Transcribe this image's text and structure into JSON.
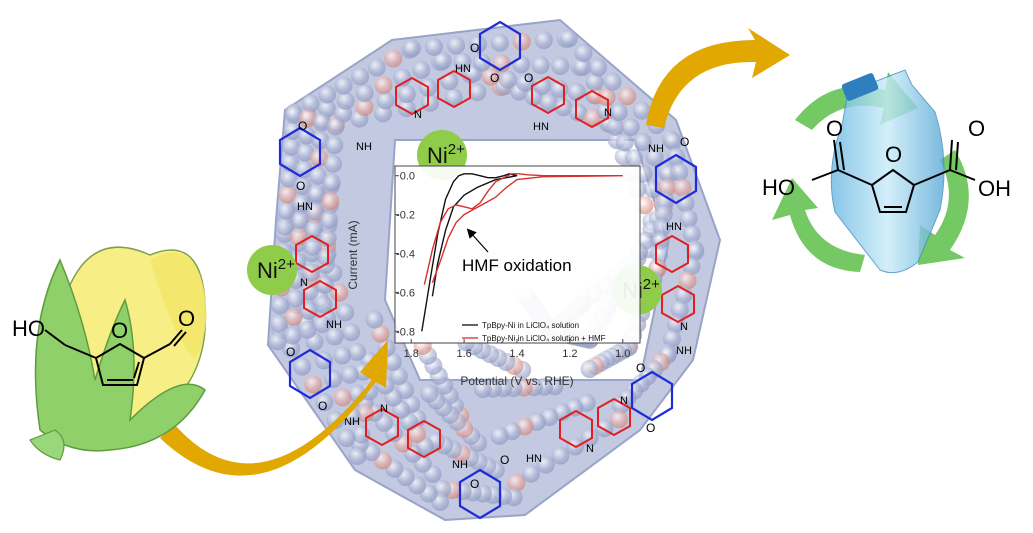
{
  "colors": {
    "framework_fill": "#b7bfdc",
    "framework_red": "#e0938a",
    "linker_blue": "#1f2bd6",
    "linker_red": "#e02020",
    "ni_green": "#8fcc4a",
    "arrow_gold": "#e0a800",
    "corn_green": "#8fd06a",
    "corn_yellow": "#f7ef86",
    "bottle_blue": "#7fc8ea",
    "recycle_green": "#5cc04a",
    "series_black": "#111111",
    "series_red": "#d93030"
  },
  "icons": [
    "corn-husk-icon",
    "plastic-bottle-icon",
    "recycle-arrows-icon"
  ],
  "framework_labels": {
    "ni_ions": [
      "Ni",
      "Ni",
      "Ni"
    ],
    "ni_charge": "2+",
    "atom_O": "O",
    "atom_N": "N",
    "atom_NH": "NH",
    "atom_HN": "HN"
  },
  "reactant": {
    "ho": "HO",
    "ring_o": "O",
    "ald_o": "O"
  },
  "product": {
    "ho": "HO",
    "oh": "OH",
    "ring_o": "O",
    "left_o": "O",
    "right_o": "O"
  },
  "chart_data": {
    "type": "line",
    "xlabel": "Potential (V vs. RHE)",
    "ylabel": "Current (mA)",
    "xlim": [
      1.85,
      0.95
    ],
    "ylim": [
      -0.86,
      0.05
    ],
    "x_reversed": true,
    "x_ticks": [
      "1.8",
      "1.6",
      "1.4",
      "1.2",
      "1.0"
    ],
    "x_tick_values": [
      1.8,
      1.6,
      1.4,
      1.2,
      1.0
    ],
    "y_ticks": [
      "0.0",
      "-0.2",
      "-0.4",
      "-0.6",
      "-0.8"
    ],
    "y_tick_values": [
      0.0,
      -0.2,
      -0.4,
      -0.6,
      -0.8
    ],
    "grid": false,
    "legend_position": "bottom-right",
    "annotation": "HMF oxidation",
    "series": [
      {
        "name": "TpBpy-Ni in LiClO₄ solution",
        "color": "#111111",
        "x": [
          1.76,
          1.73,
          1.7,
          1.67,
          1.64,
          1.62,
          1.6,
          1.57,
          1.54,
          1.51,
          1.48,
          1.45,
          1.43,
          1.4,
          1.42,
          1.48,
          1.55,
          1.6,
          1.64,
          1.67,
          1.7,
          1.72
        ],
        "y": [
          -0.8,
          -0.55,
          -0.3,
          -0.12,
          -0.03,
          0.0,
          0.01,
          0.01,
          0.0,
          -0.01,
          -0.01,
          0.0,
          0.01,
          0.0,
          -0.005,
          -0.02,
          -0.06,
          -0.1,
          -0.16,
          -0.28,
          -0.45,
          -0.62
        ]
      },
      {
        "name": "TpBpy-Ni in LiClO₄ solution + HMF",
        "color": "#d93030",
        "x": [
          1.75,
          1.72,
          1.69,
          1.66,
          1.63,
          1.6,
          1.57,
          1.54,
          1.51,
          1.48,
          1.45,
          1.42,
          1.39,
          1.36,
          1.3,
          1.2,
          1.1,
          1.0,
          1.1,
          1.3,
          1.4,
          1.44,
          1.48,
          1.52,
          1.56,
          1.6,
          1.63,
          1.66,
          1.69,
          1.72
        ],
        "y": [
          -0.56,
          -0.38,
          -0.24,
          -0.17,
          -0.15,
          -0.16,
          -0.17,
          -0.14,
          -0.08,
          -0.03,
          -0.01,
          0.01,
          0.01,
          0.005,
          0.0,
          0.0,
          0.0,
          0.0,
          -0.002,
          -0.005,
          -0.02,
          -0.06,
          -0.11,
          -0.14,
          -0.17,
          -0.2,
          -0.24,
          -0.32,
          -0.44,
          -0.55
        ]
      }
    ]
  }
}
